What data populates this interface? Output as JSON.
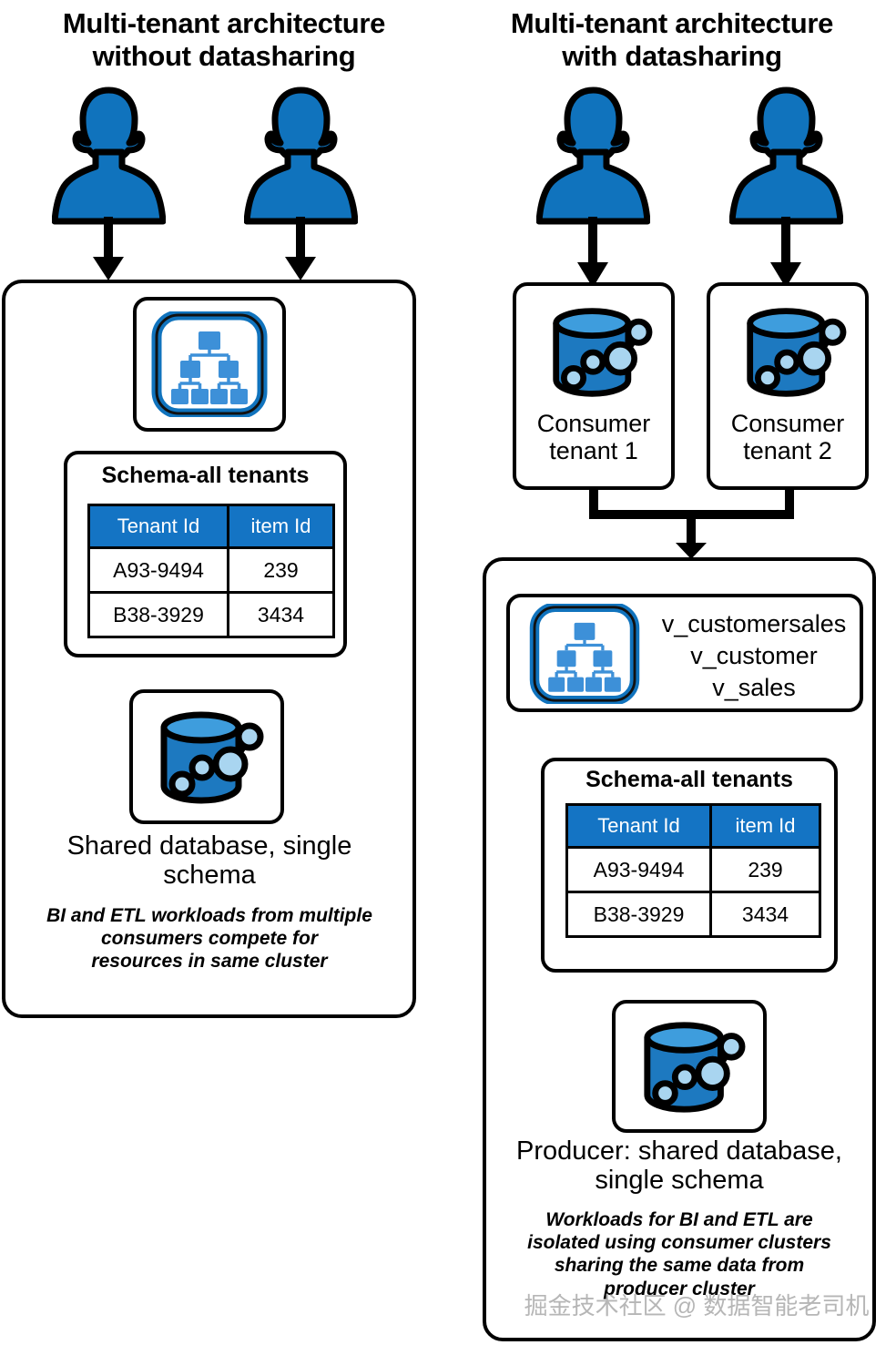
{
  "panels": {
    "left": {
      "title": "Multi-tenant architecture\nwithout datasharing",
      "title_line1": "Multi-tenant architecture",
      "title_line2": "without datasharing",
      "schema_icon_name": "schema-hierarchy-icon",
      "table": {
        "title": "Schema-all tenants",
        "headers": [
          "Tenant Id",
          "item Id"
        ],
        "rows": [
          [
            "A93-9494",
            "239"
          ],
          [
            "B38-3929",
            "3434"
          ]
        ]
      },
      "db_icon_name": "database-analytics-icon",
      "caption_main": "Shared database, single\nschema",
      "caption_sub": "BI and ETL workloads from multiple\nconsumers compete for\nresources in same cluster",
      "persons": [
        "tenant-user-1",
        "tenant-user-2"
      ]
    },
    "right": {
      "title": "Multi-tenant architecture\nwith datasharing",
      "title_line1": "Multi-tenant architecture",
      "title_line2": "with datasharing",
      "persons": [
        "tenant-user-1",
        "tenant-user-2"
      ],
      "consumers": [
        {
          "label": "Consumer\ntenant 1",
          "icon": "database-analytics-icon"
        },
        {
          "label": "Consumer\ntenant 2",
          "icon": "database-analytics-icon"
        }
      ],
      "views": {
        "icon_name": "schema-hierarchy-icon",
        "names": "v_customersales\nv_customer\nv_sales"
      },
      "table": {
        "title": "Schema-all tenants",
        "headers": [
          "Tenant Id",
          "item Id"
        ],
        "rows": [
          [
            "A93-9494",
            "239"
          ],
          [
            "B38-3929",
            "3434"
          ]
        ]
      },
      "db_icon_name": "database-analytics-icon",
      "caption_main": "Producer: shared database,\nsingle schema",
      "caption_sub": "Workloads for BI and ETL are\nisolated using consumer clusters\nsharing the same data from\nproducer cluster"
    }
  },
  "watermark": "掘金技术社区 @ 数据智能老司机",
  "colors": {
    "person_blue": "#1073bd",
    "table_header_blue": "#1474c4",
    "db_body_blue": "#1d79c0",
    "db_top_blue": "#3e9ddd",
    "node_light_blue": "#a9d5f0",
    "schema_box_blue": "#3d90d8",
    "outline_black": "#000000",
    "page_background": "#ffffff"
  }
}
